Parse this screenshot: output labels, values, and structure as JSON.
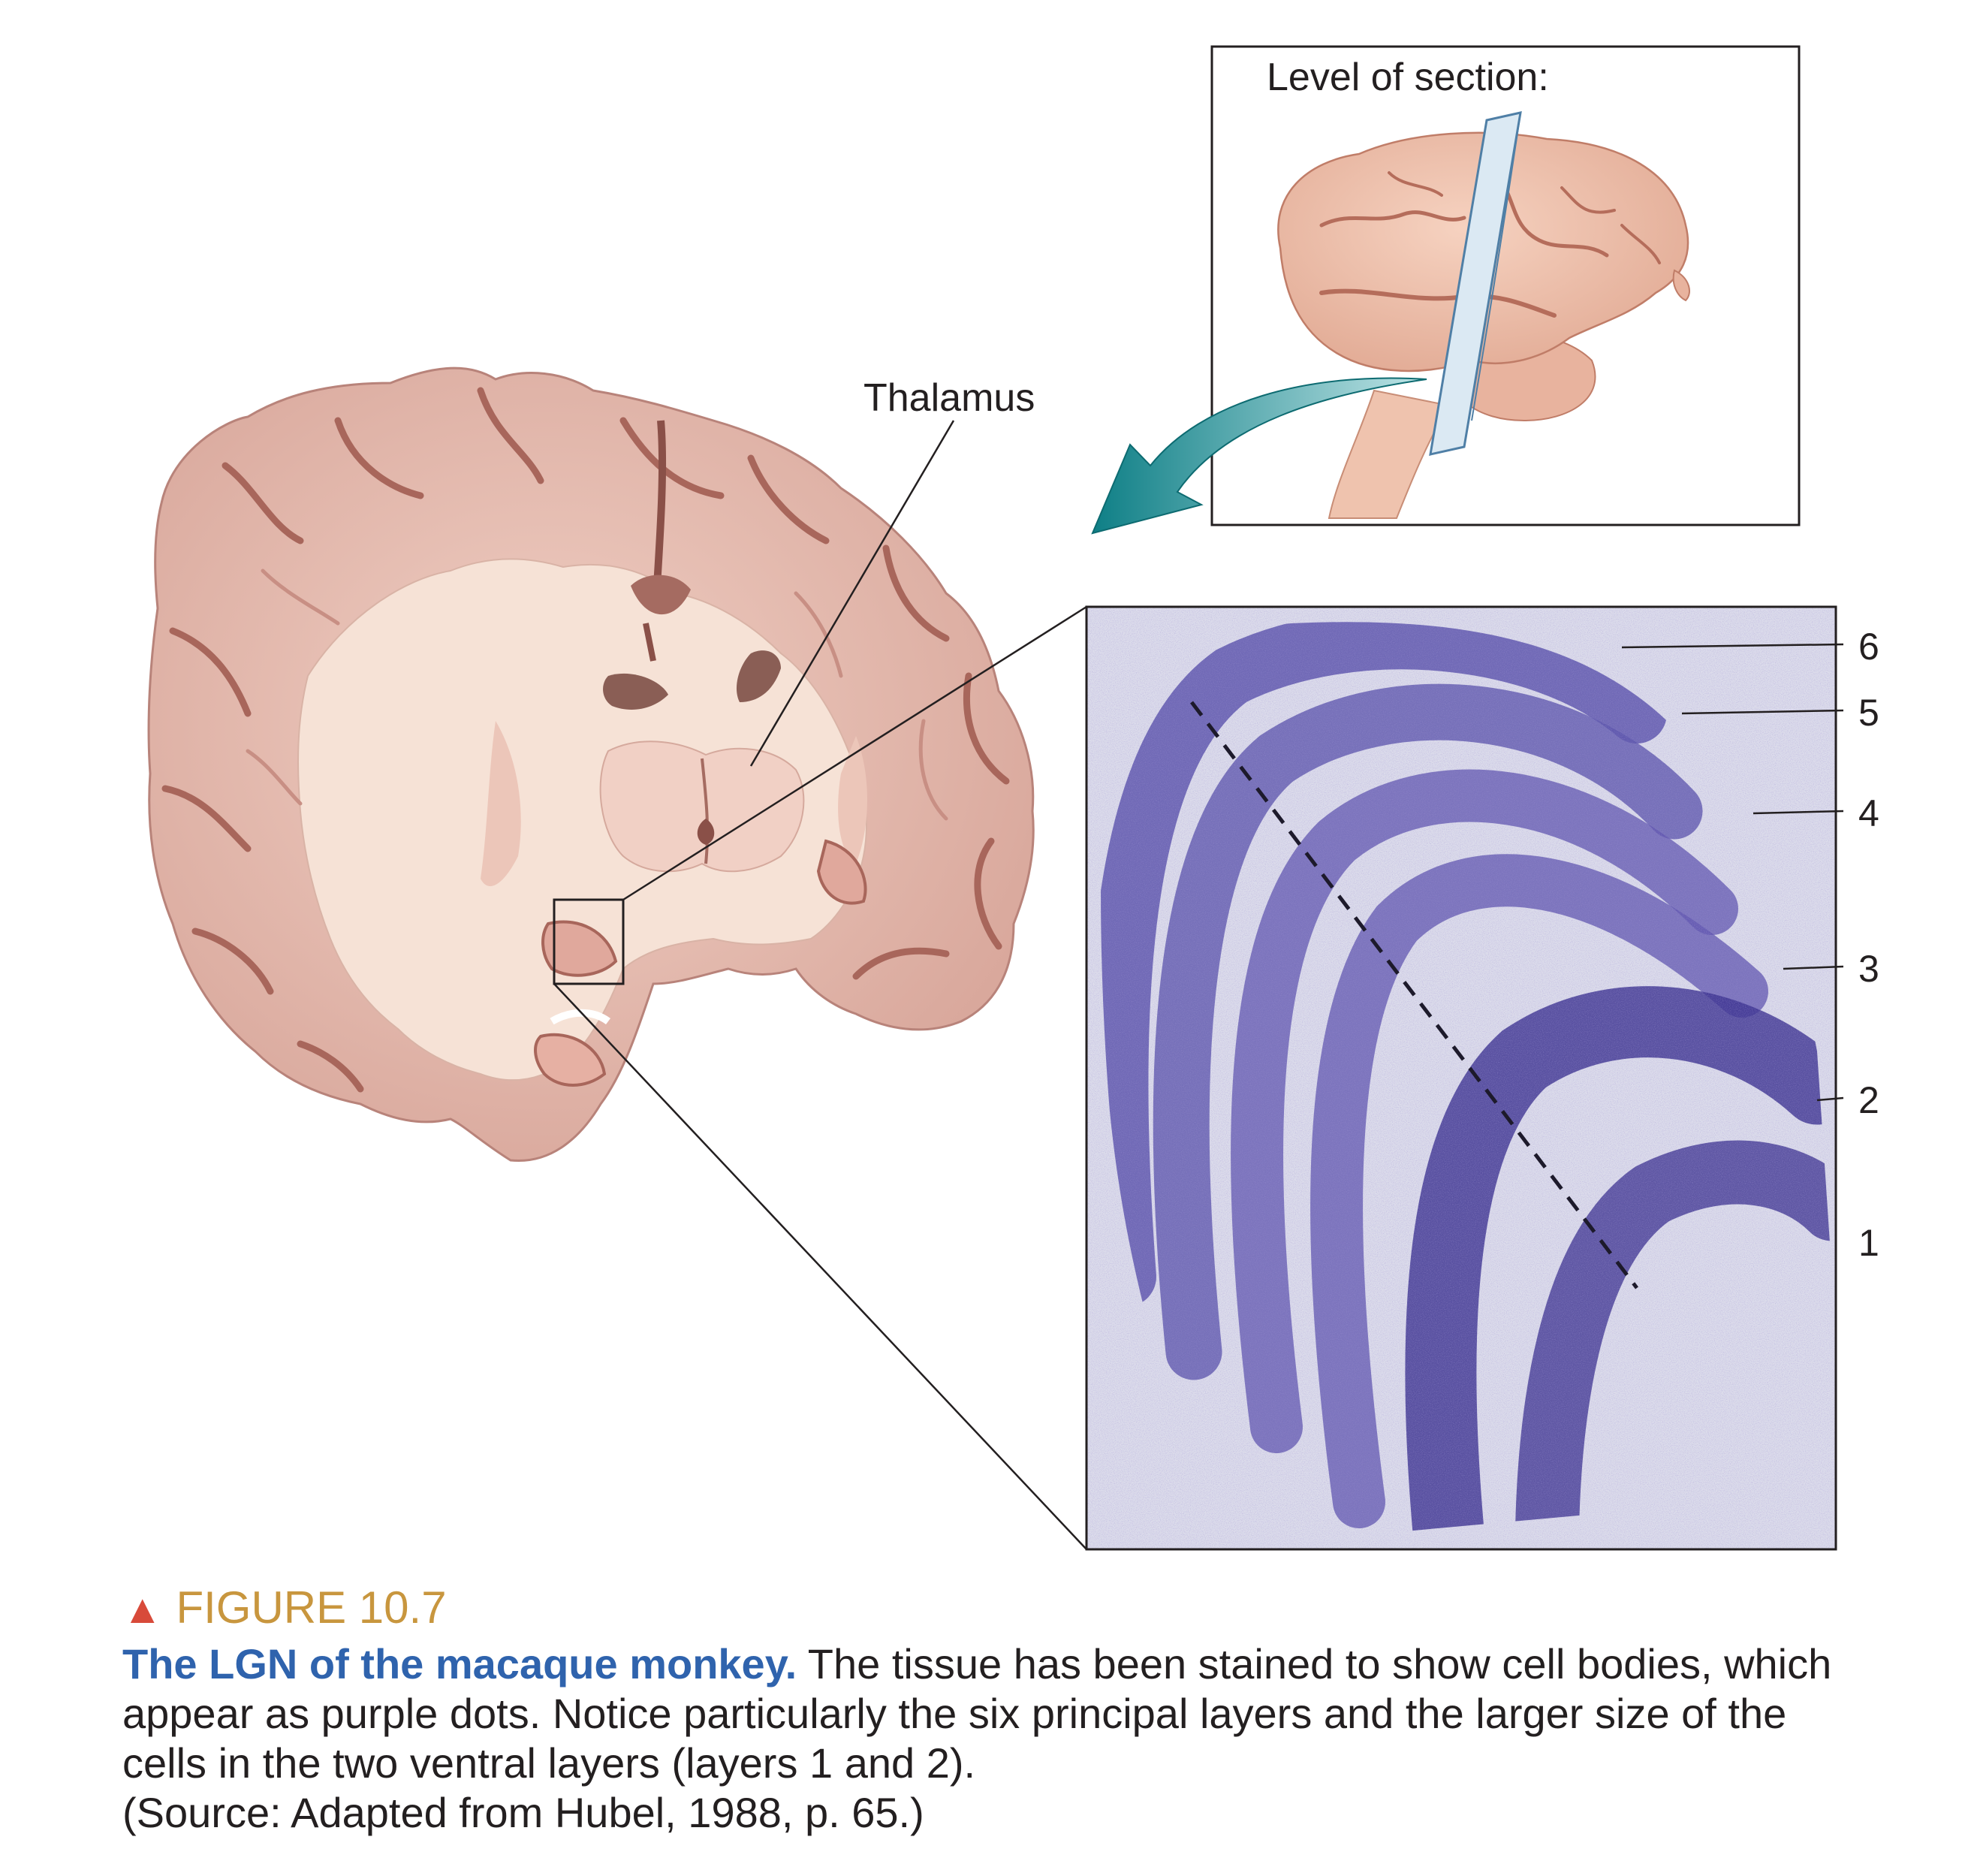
{
  "inset": {
    "label": "Level of section:"
  },
  "brain_section": {
    "label": "Thalamus"
  },
  "micrograph": {
    "layer_labels": [
      "6",
      "5",
      "4",
      "3",
      "2",
      "1"
    ]
  },
  "caption": {
    "figure_number": "FIGURE 10.7",
    "title": "The LGN of the macaque monkey.",
    "body": " The tissue has been stained to show cell bodies, which appear as purple dots. Notice particularly the six principal layers and the larger size of the cells in the two ventral layers (layers 1 and 2).",
    "source": "(Source: Adapted from Hubel, 1988, p. 65.)"
  },
  "colors": {
    "brain_surface": "#e3b7ac",
    "white_matter": "#f6e2d6",
    "ventricle": "#8a5e55",
    "stain_purple": "#6a5fb8",
    "micrograph_bg": "#d9d9e8",
    "arrow_teal": "#1f8f96",
    "heading_gold": "#c8963e",
    "title_blue": "#2f63ad"
  }
}
